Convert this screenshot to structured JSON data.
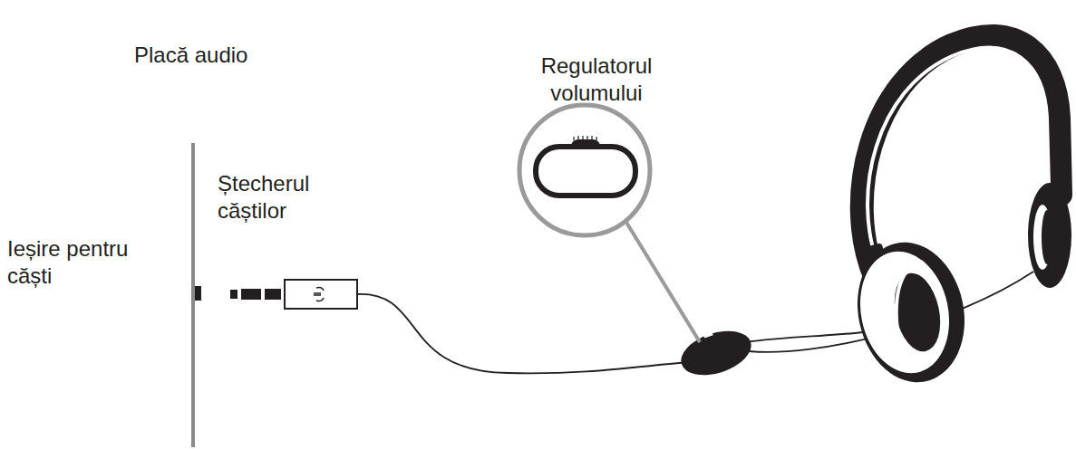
{
  "diagram": {
    "labels": [
      "Placă audio",
      "Regulatorul volumului",
      "Ștecherul căștilor",
      "Ieșire pentru căști"
    ]
  }
}
